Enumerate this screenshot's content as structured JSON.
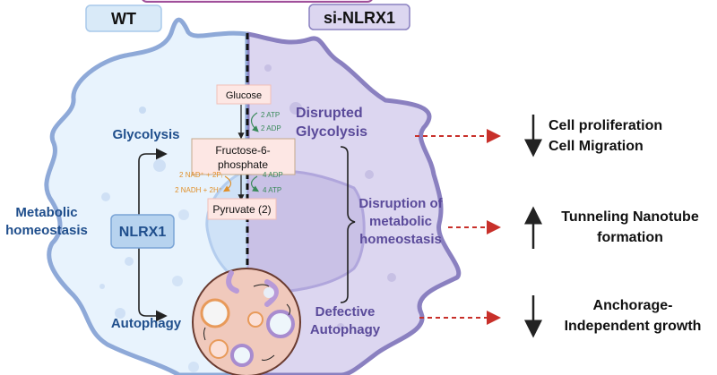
{
  "header": {
    "wt_label": "WT",
    "si_label": "si-NLRX1"
  },
  "wt_side": {
    "glycolysis": "Glycolysis",
    "metabolic_line1": "Metabolic",
    "metabolic_line2": "homeostasis",
    "nlrx1": "NLRX1",
    "autophagy": "Autophagy"
  },
  "pathway": {
    "glucose": "Glucose",
    "atp_in": "2 ATP",
    "adp_out": "2 ADP",
    "f6p_line1": "Fructose-6-",
    "f6p_line2": "phosphate",
    "nad_in": "2 NAD⁺ + 2Pᵢ",
    "nadh_out": "2 NADH + 2H⁺",
    "adp_in": "4 ADP",
    "atp_out": "4 ATP",
    "pyruvate": "Pyruvate (2)"
  },
  "si_side": {
    "disrupted_line1": "Disrupted",
    "disrupted_line2": "Glycolysis",
    "disruption_line1": "Disruption of",
    "disruption_line2": "metabolic",
    "disruption_line3": "homeostasis",
    "defective_line1": "Defective",
    "defective_line2": "Autophagy"
  },
  "outcomes": [
    {
      "direction": "down",
      "line1": "Cell proliferation",
      "line2": "Cell Migration"
    },
    {
      "direction": "up",
      "line1": "Tunneling Nanotube",
      "line2": "formation"
    },
    {
      "direction": "down",
      "line1": "Anchorage-",
      "line2": "Independent growth"
    }
  ],
  "colors": {
    "wt_fill": "#e8f3fd",
    "wt_border": "#8ea9d8",
    "si_fill": "#dcd6f0",
    "si_border": "#8a80c0",
    "wt_text": "#1f4e8c",
    "si_text": "#5a4a9a",
    "red_arrow": "#c8302a"
  }
}
